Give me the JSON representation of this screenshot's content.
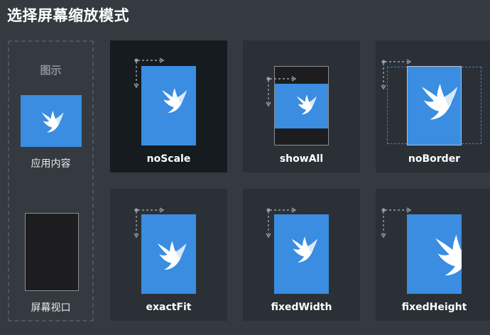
{
  "header": {
    "title": "选择屏幕缩放模式"
  },
  "legend": {
    "title": "图示",
    "content_label": "应用内容",
    "viewport_label": "屏幕视口"
  },
  "modes": [
    {
      "label": "noScale",
      "selected": true
    },
    {
      "label": "showAll",
      "selected": false
    },
    {
      "label": "noBorder",
      "selected": false
    },
    {
      "label": "exactFit",
      "selected": false
    },
    {
      "label": "fixedWidth",
      "selected": false
    },
    {
      "label": "fixedHeight",
      "selected": false
    }
  ],
  "colors": {
    "background": "#343a40",
    "card": "#2b3036",
    "card_selected": "#161b1f",
    "content_blue": "#3a8de0",
    "viewport_dark": "#1d1d1f"
  }
}
